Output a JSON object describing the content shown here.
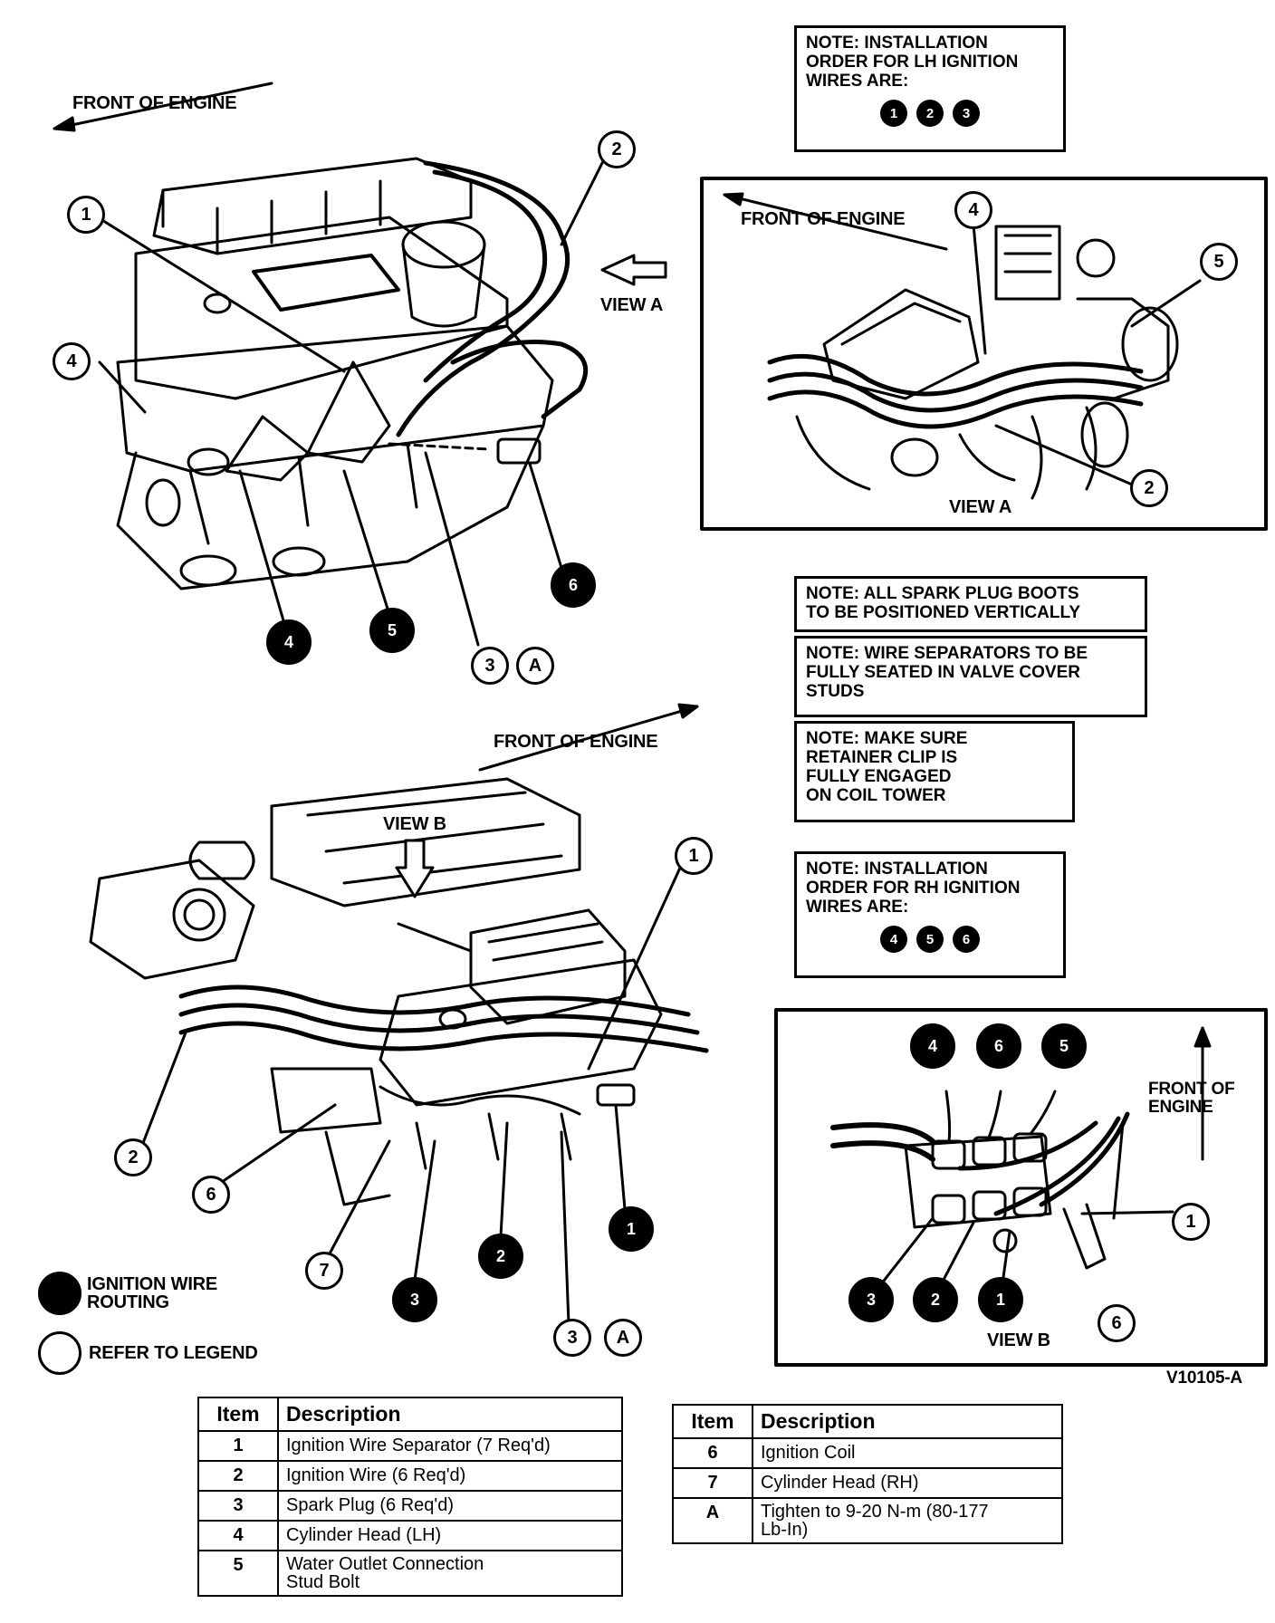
{
  "labels": {
    "front_engine_top": "FRONT OF ENGINE",
    "view_a_arrow": "VIEW A",
    "front_engine_view_a": "FRONT OF ENGINE",
    "view_a_caption": "VIEW A",
    "front_engine_bottom": "FRONT OF ENGINE",
    "view_b_arrow": "VIEW B",
    "front_engine_view_b": "FRONT OF\nENGINE",
    "view_b_caption": "VIEW B",
    "figure_id": "V10105-A"
  },
  "notes": {
    "lh_order": "NOTE: INSTALLATION\nORDER FOR LH IGNITION\nWIRES ARE:",
    "lh_dots": [
      "1",
      "2",
      "3"
    ],
    "boots": "NOTE: ALL SPARK PLUG BOOTS\nTO BE POSITIONED VERTICALLY",
    "separators": "NOTE: WIRE SEPARATORS TO BE\nFULLY SEATED IN VALVE COVER\nSTUDS",
    "clip": "NOTE: MAKE SURE\nRETAINER CLIP IS\nFULLY ENGAGED\nON COIL TOWER",
    "rh_order": "NOTE: INSTALLATION\nORDER FOR RH IGNITION\nWIRES ARE:",
    "rh_dots": [
      "4",
      "5",
      "6"
    ]
  },
  "key": {
    "filled": "IGNITION WIRE\nROUTING",
    "open": "REFER TO LEGEND"
  },
  "callouts": {
    "top_1": "1",
    "top_2": "2",
    "top_4": "4",
    "top_3": "3",
    "top_A": "A",
    "top_f4": "4",
    "top_f5": "5",
    "top_f6": "6",
    "va_4": "4",
    "va_5": "5",
    "va_2": "2",
    "bot_1": "1",
    "bot_2": "2",
    "bot_6": "6",
    "bot_7": "7",
    "bot_3": "3",
    "bot_A": "A",
    "bot_f3": "3",
    "bot_f2": "2",
    "bot_f1": "1",
    "vb_f4": "4",
    "vb_f6": "6",
    "vb_f5": "5",
    "vb_1": "1",
    "vb_f3": "3",
    "vb_f2": "2",
    "vb_f1": "1",
    "vb_6": "6"
  },
  "legend_left": {
    "headers": [
      "Item",
      "Description"
    ],
    "rows": [
      [
        "1",
        "Ignition Wire Separator (7 Req'd)"
      ],
      [
        "2",
        "Ignition Wire (6 Req'd)"
      ],
      [
        "3",
        "Spark Plug (6 Req'd)"
      ],
      [
        "4",
        "Cylinder Head (LH)"
      ],
      [
        "5",
        "Water Outlet Connection\nStud Bolt"
      ]
    ]
  },
  "legend_right": {
    "headers": [
      "Item",
      "Description"
    ],
    "rows": [
      [
        "6",
        "Ignition Coil"
      ],
      [
        "7",
        "Cylinder Head (RH)"
      ],
      [
        "A",
        "Tighten to 9-20 N-m (80-177\nLb-In)"
      ]
    ]
  }
}
